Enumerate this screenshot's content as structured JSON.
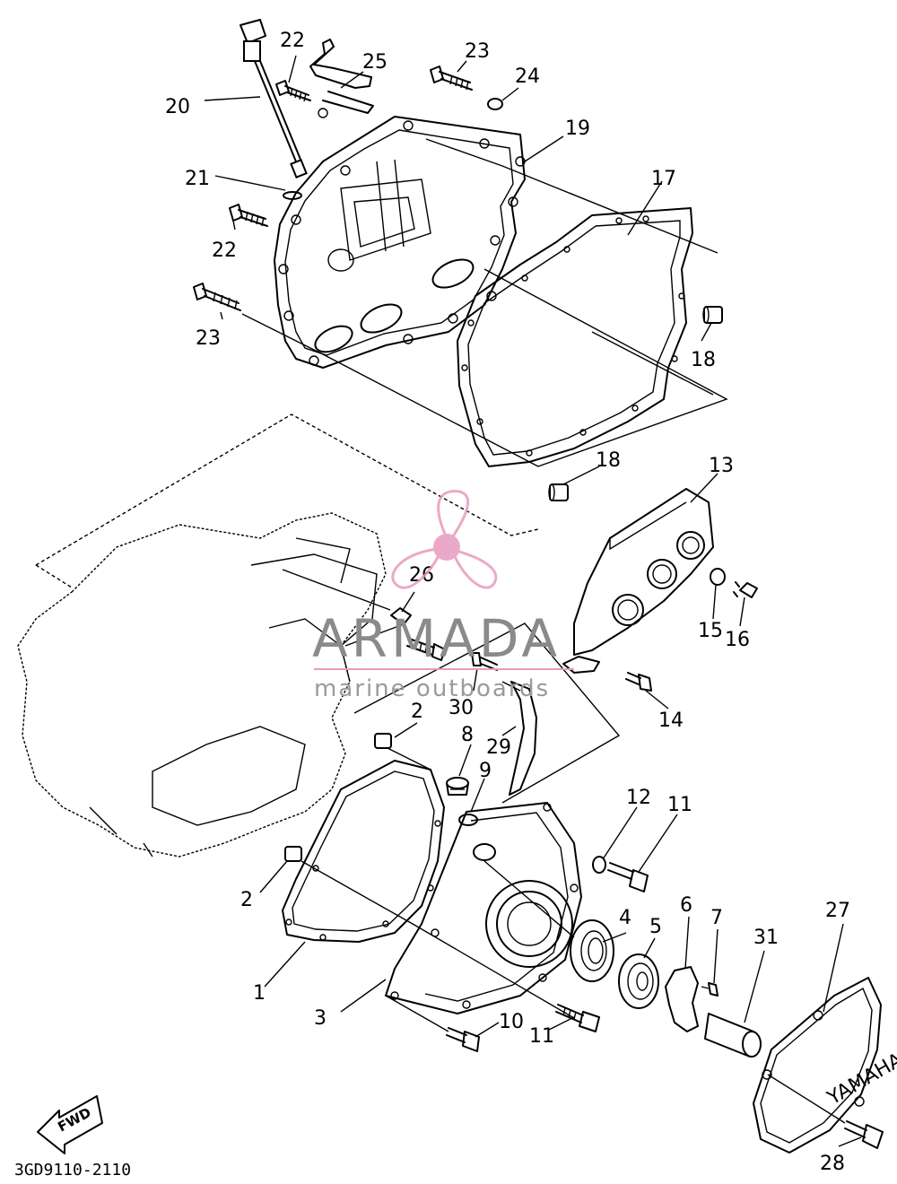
{
  "diagram": {
    "drawing_code": "3GD9110-2110",
    "fwd_label": "FWD",
    "cover_brand": "YAMAHA",
    "watermark": {
      "name": "ARMADA",
      "tagline": "marine outboards",
      "color": "#e89bc0"
    },
    "callouts": {
      "c1": "1",
      "c2a": "2",
      "c2b": "2",
      "c3": "3",
      "c4": "4",
      "c5": "5",
      "c6": "6",
      "c7": "7",
      "c8": "8",
      "c9": "9",
      "c10": "10",
      "c11a": "11",
      "c11b": "11",
      "c12": "12",
      "c13": "13",
      "c14": "14",
      "c15": "15",
      "c16": "16",
      "c17": "17",
      "c18a": "18",
      "c18b": "18",
      "c19": "19",
      "c20": "20",
      "c21": "21",
      "c22a": "22",
      "c22b": "22",
      "c23a": "23",
      "c23b": "23",
      "c24": "24",
      "c25": "25",
      "c26": "26",
      "c27": "27",
      "c28": "28",
      "c29": "29",
      "c30": "30",
      "c31": "31"
    }
  }
}
